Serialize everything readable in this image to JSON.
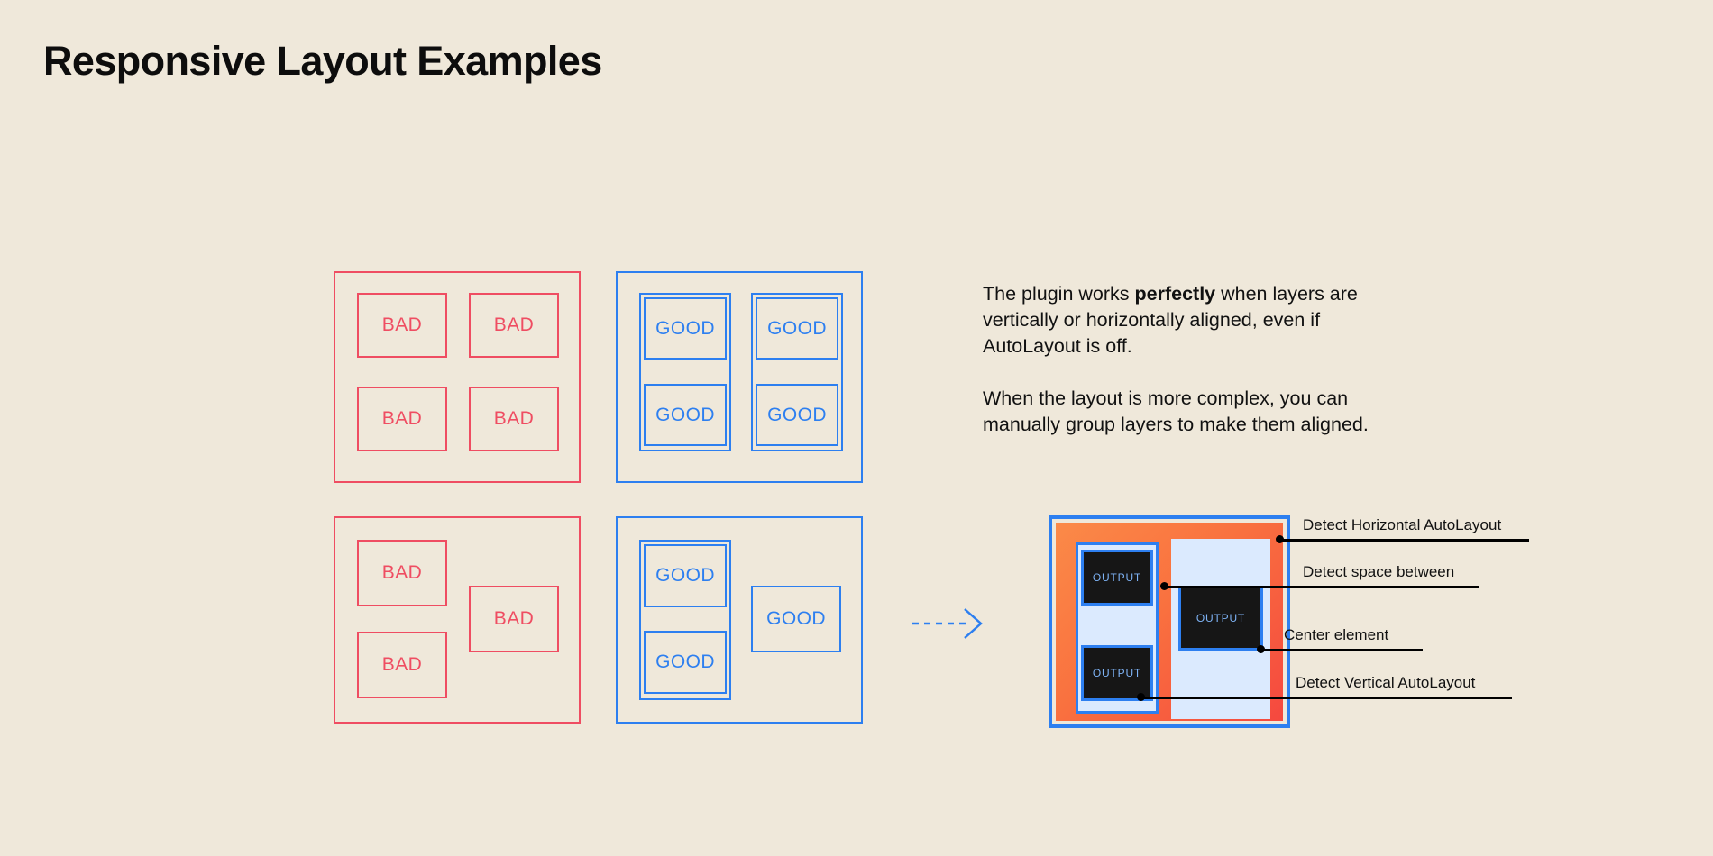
{
  "page": {
    "title": "Responsive Layout Examples",
    "background_color": "#efe8da",
    "bad_color": "#ef4d62",
    "good_color": "#2d7ff0"
  },
  "examples": {
    "bad_label": "BAD",
    "good_label": "GOOD",
    "panels": [
      {
        "name": "bad-grid-aligned",
        "kind": "bad",
        "cells": [
          "BAD",
          "BAD",
          "BAD",
          "BAD"
        ]
      },
      {
        "name": "good-grid-aligned",
        "kind": "good",
        "cells": [
          "GOOD",
          "GOOD",
          "GOOD",
          "GOOD"
        ]
      },
      {
        "name": "bad-grid-complex",
        "kind": "bad",
        "cells": [
          "BAD",
          "BAD",
          "BAD"
        ]
      },
      {
        "name": "good-grid-complex",
        "kind": "good",
        "cells": [
          "GOOD",
          "GOOD",
          "GOOD"
        ]
      }
    ]
  },
  "arrow": {
    "icon": "dashed-arrow-right-icon",
    "color": "#2d7ff0"
  },
  "copy": {
    "paragraph_1_before": "The plugin works ",
    "paragraph_1_bold": "perfectly",
    "paragraph_1_after": " when layers are vertically or horizontally aligned, even if AutoLayout is off.",
    "paragraph_2": "When the layout is more complex, you can manually group layers to make them aligned."
  },
  "mockup": {
    "output_label": "OUTPUT",
    "outputs": [
      "OUTPUT",
      "OUTPUT",
      "OUTPUT"
    ],
    "frame_color": "#2d7ff0",
    "fill_color": "#f9713f",
    "panel_color": "#dbeafe",
    "box_color": "#161616",
    "annotations": [
      {
        "label": "Detect Horizontal AutoLayout"
      },
      {
        "label": "Detect space between"
      },
      {
        "label": "Center element"
      },
      {
        "label": "Detect Vertical AutoLayout"
      }
    ]
  }
}
